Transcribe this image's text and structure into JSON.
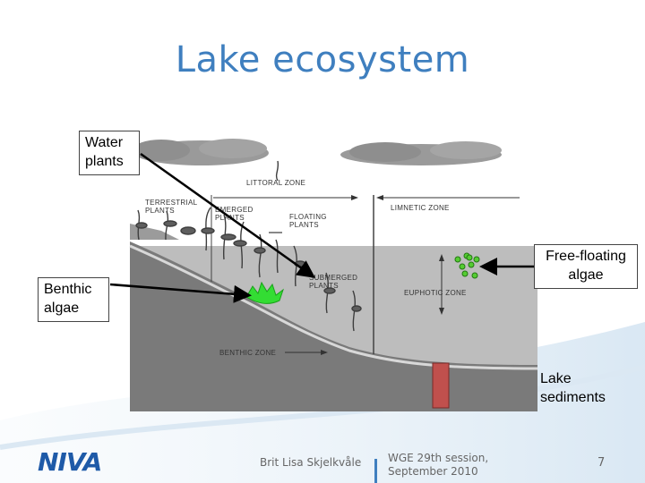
{
  "title": "Lake ecosystem",
  "callouts": {
    "water_plants": "Water plants",
    "benthic_algae": "Benthic algae",
    "free_floating_algae": "Free-floating algae",
    "lake_sediments": "Lake sediments"
  },
  "zones": {
    "littoral": "LITTORAL ZONE",
    "terrestrial": "TERRESTRIAL PLANTS",
    "emerged": "EMERGED PLANTS",
    "floating": "FLOATING PLANTS",
    "limnetic": "LIMNETIC ZONE",
    "submerged": "SUBMERGED PLANTS",
    "euphotic": "EUPHOTIC ZONE",
    "benthic": "BENTHIC ZONE"
  },
  "footer": {
    "logo": "NIVA",
    "author": "Brit Lisa Skjelkvåle",
    "event": "WGE 29th session, September 2010",
    "page": "7"
  },
  "colors": {
    "title": "#3f7fbf",
    "benthic_algae": "#33dd33",
    "free_algae": "#55cc33",
    "sediment": "#c0504d",
    "water": "#b8b8b8",
    "bottom": "#7a7a7a"
  }
}
